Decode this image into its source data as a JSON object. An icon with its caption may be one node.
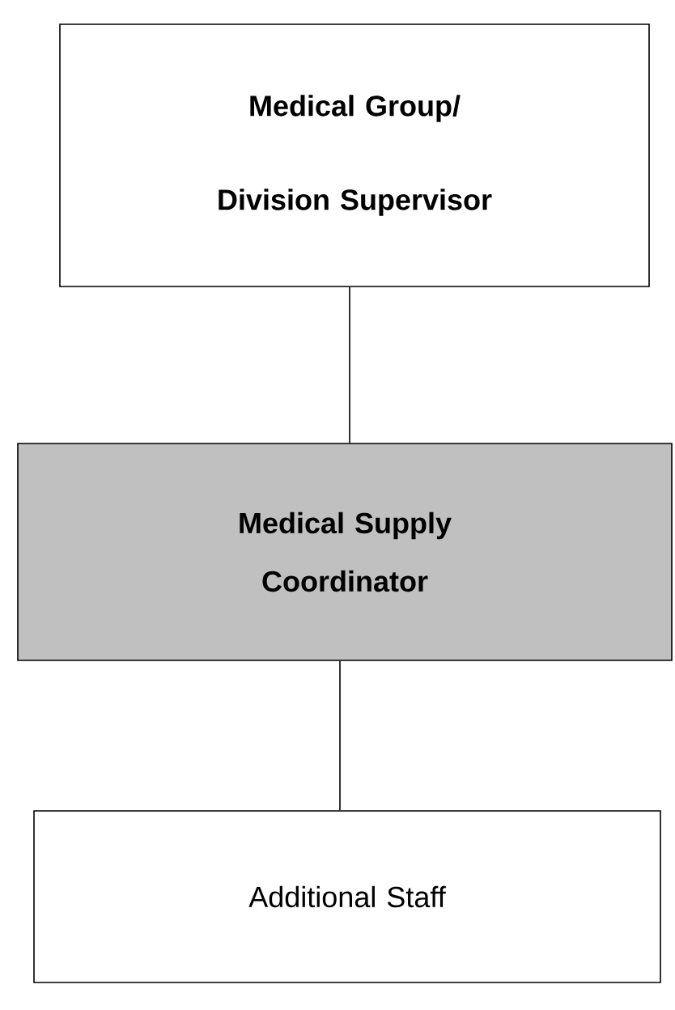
{
  "diagram": {
    "nodes": [
      {
        "text": [
          "Medical Group/ Division Supervisor"
        ]
      },
      {
        "text": [
          "Medical Supply Coordinator"
        ]
      },
      {
        "text": [
          "Additional Staff"
        ]
      }
    ],
    "edges": [
      {
        "from": 0,
        "to": 1,
        "arrow": "none"
      },
      {
        "from": 1,
        "to": 2,
        "arrow": "none"
      }
    ]
  }
}
